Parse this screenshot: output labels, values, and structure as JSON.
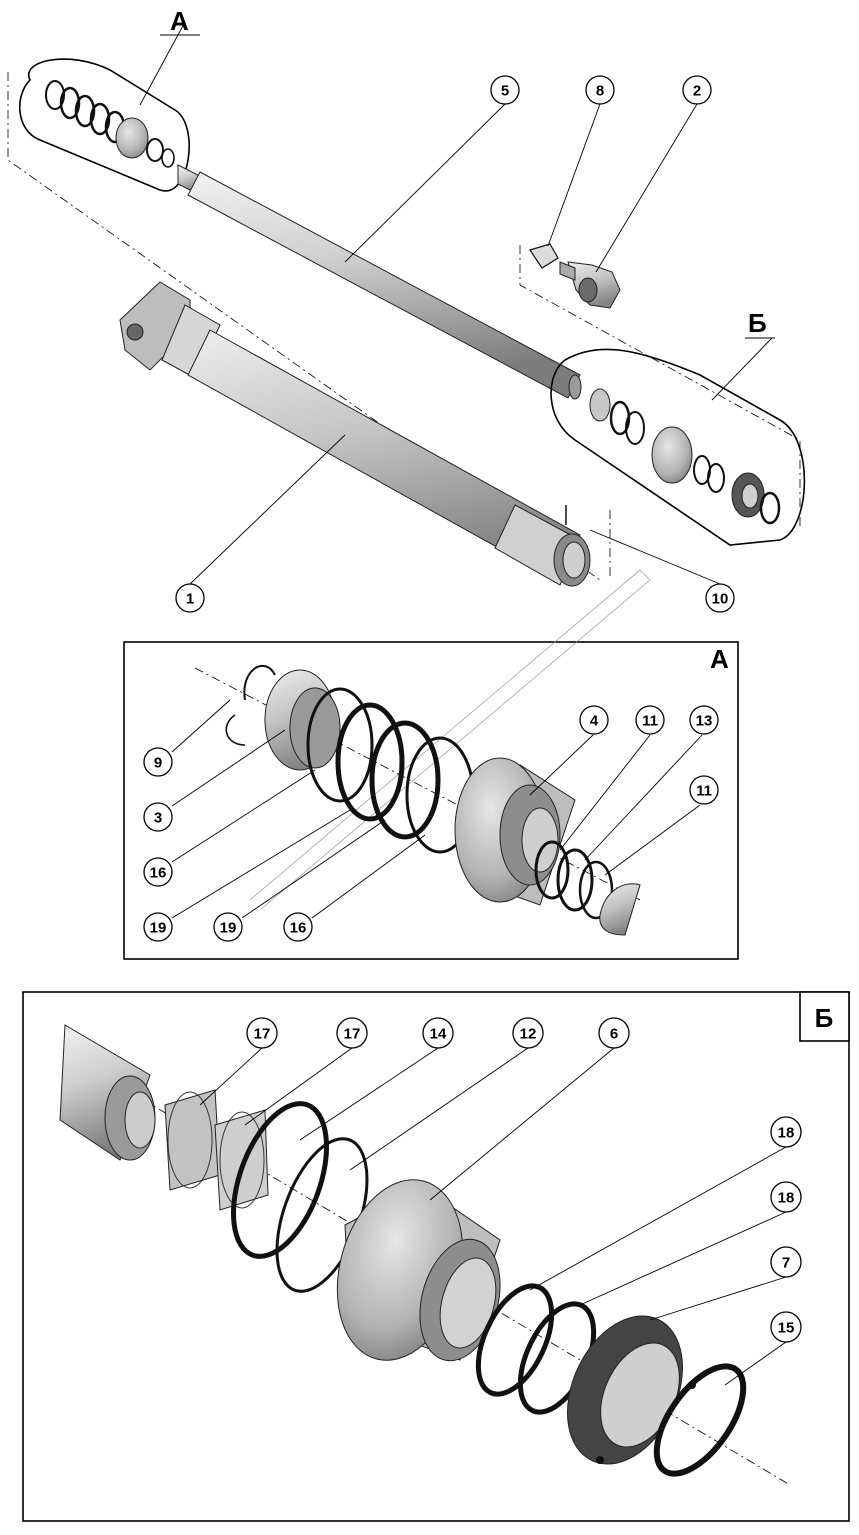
{
  "section_labels": {
    "overview_a": "А",
    "overview_b": "Б",
    "detail_a": "А",
    "detail_b": "Б"
  },
  "callouts": {
    "overview": [
      "5",
      "8",
      "2",
      "1",
      "10"
    ],
    "detail_a": [
      "4",
      "11",
      "13",
      "11",
      "9",
      "3",
      "16",
      "19",
      "19",
      "16"
    ],
    "detail_b": [
      "17",
      "17",
      "14",
      "12",
      "6",
      "18",
      "18",
      "7",
      "15"
    ]
  },
  "colors": {
    "metal_light": "#d9d9d9",
    "metal_mid": "#a8a8a8",
    "metal_dark": "#6e6e6e",
    "seal_black": "#111111"
  }
}
